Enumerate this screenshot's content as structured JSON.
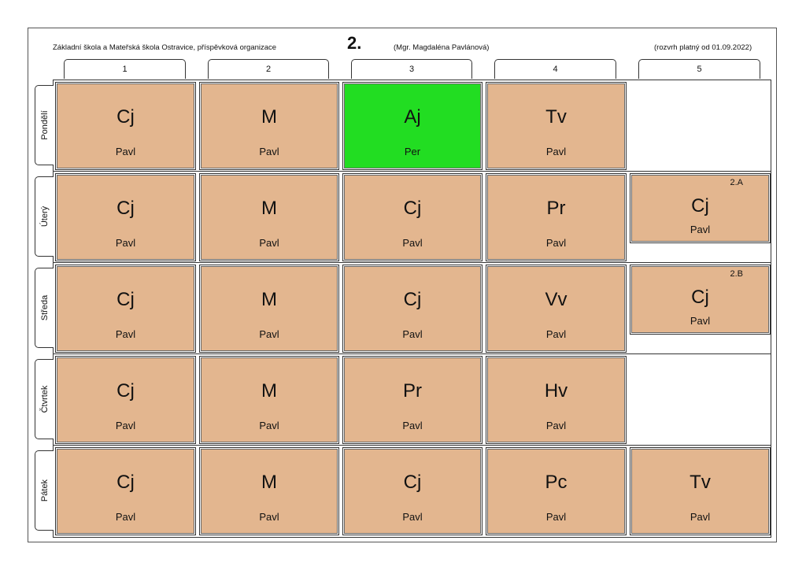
{
  "header": {
    "school": "Základní škola a Mateřská škola Ostravice, příspěvková organizace",
    "class": "2.",
    "teacher": "(Mgr. Magdaléna Pavlánová)",
    "valid": "(rozvrh platný od 01.09.2022)"
  },
  "periods": [
    "1",
    "2",
    "3",
    "4",
    "5"
  ],
  "days": [
    "Pondělí",
    "Úterý",
    "Středa",
    "Čtvrtek",
    "Pátek"
  ],
  "colors": {
    "lesson": "#e3b68f",
    "highlight": "#22dd22"
  },
  "schedule": [
    [
      {
        "subject": "Cj",
        "teacher": "Pavl"
      },
      {
        "subject": "M",
        "teacher": "Pavl"
      },
      {
        "subject": "Aj",
        "teacher": "Per",
        "highlight": true
      },
      {
        "subject": "Tv",
        "teacher": "Pavl"
      },
      null
    ],
    [
      {
        "subject": "Cj",
        "teacher": "Pavl"
      },
      {
        "subject": "M",
        "teacher": "Pavl"
      },
      {
        "subject": "Cj",
        "teacher": "Pavl"
      },
      {
        "subject": "Pr",
        "teacher": "Pavl"
      },
      {
        "subject": "Cj",
        "teacher": "Pavl",
        "group": "2.A",
        "half": true
      }
    ],
    [
      {
        "subject": "Cj",
        "teacher": "Pavl"
      },
      {
        "subject": "M",
        "teacher": "Pavl"
      },
      {
        "subject": "Cj",
        "teacher": "Pavl"
      },
      {
        "subject": "Vv",
        "teacher": "Pavl"
      },
      {
        "subject": "Cj",
        "teacher": "Pavl",
        "group": "2.B",
        "half": true
      }
    ],
    [
      {
        "subject": "Cj",
        "teacher": "Pavl"
      },
      {
        "subject": "M",
        "teacher": "Pavl"
      },
      {
        "subject": "Pr",
        "teacher": "Pavl"
      },
      {
        "subject": "Hv",
        "teacher": "Pavl"
      },
      null
    ],
    [
      {
        "subject": "Cj",
        "teacher": "Pavl"
      },
      {
        "subject": "M",
        "teacher": "Pavl"
      },
      {
        "subject": "Cj",
        "teacher": "Pavl"
      },
      {
        "subject": "Pc",
        "teacher": "Pavl"
      },
      {
        "subject": "Tv",
        "teacher": "Pavl"
      }
    ]
  ]
}
